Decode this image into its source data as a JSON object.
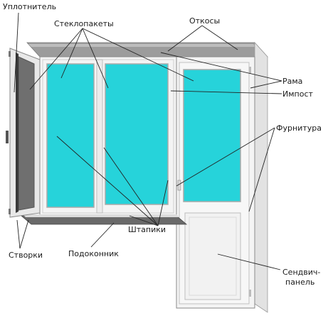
{
  "labels": {
    "seal": "Уплотнитель",
    "glass_units": "Стеклопакеты",
    "reveals": "Откосы",
    "frame": "Рама",
    "mullion": "Импост",
    "hardware": "Фурнитура",
    "beads": "Штапики",
    "sashes": "Створки",
    "sill": "Подоконник",
    "sandwich_line1": "Сендвич-",
    "sandwich_line2": "панель"
  },
  "colors": {
    "glass": "#26D3DA",
    "frame": "#F4F4F4",
    "frame_shadow": "#C9C9C9",
    "outline": "#8A8A8A",
    "reveal": "#9A9A9A",
    "leader": "#222222",
    "sill": "#6A6A6A"
  }
}
